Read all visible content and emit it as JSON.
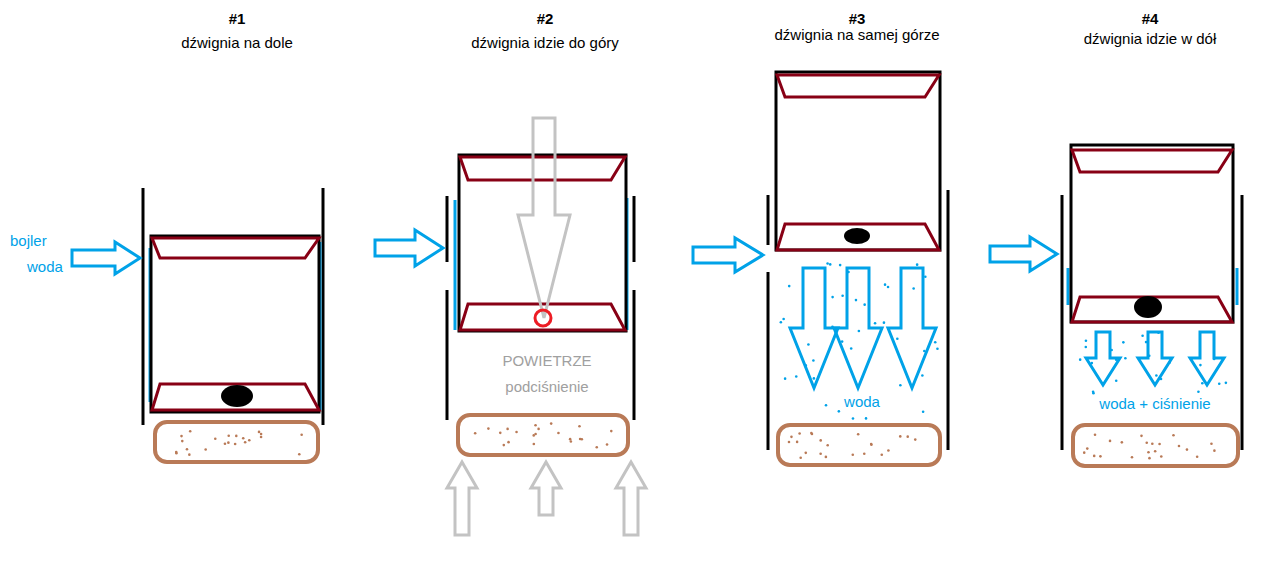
{
  "diagram": {
    "labels": [
      "#1",
      "dźwignia na dole",
      "bojler",
      "woda",
      "#2",
      "dźwignia idzie do góry",
      "POWIETRZE",
      "podciśnienie",
      "#3",
      "dźwignia na samej górze",
      "woda",
      "#4",
      "dźwignia idzie w dół",
      "woda + ciśnienie"
    ]
  }
}
